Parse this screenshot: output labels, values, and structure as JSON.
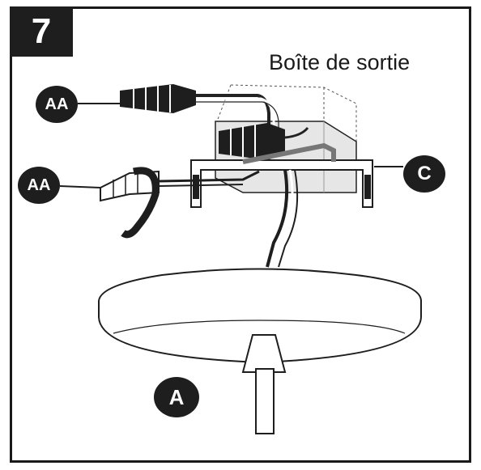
{
  "step": {
    "number": "7"
  },
  "labels": {
    "outlet_box": "Boîte de sortie"
  },
  "callouts": {
    "wire_nut_top": "AA",
    "wire_nut_bottom": "AA",
    "crossbar": "C",
    "canopy": "A"
  },
  "colors": {
    "ink": "#1e1e1e",
    "box_fill": "#e6e6e6",
    "wire_gray": "#bdbdbd",
    "background": "#ffffff"
  }
}
